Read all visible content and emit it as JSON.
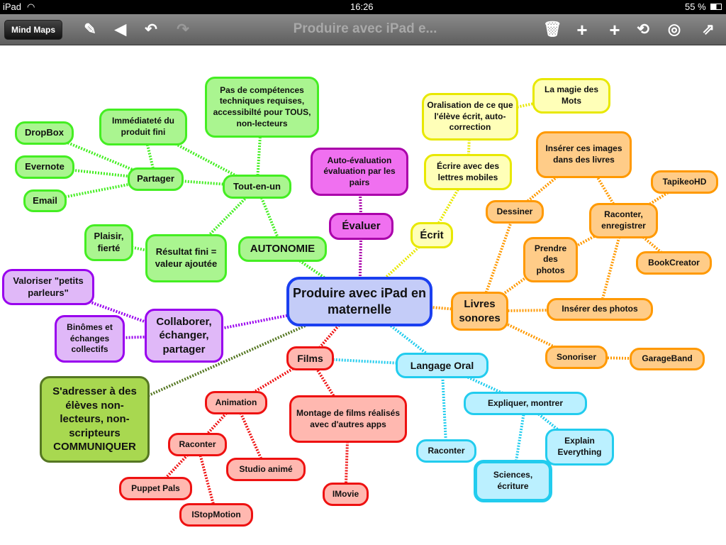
{
  "status_bar": {
    "device": "iPad",
    "time": "16:26",
    "battery": "55 %"
  },
  "toolbar": {
    "back_label": "Mind Maps",
    "title": "Produire avec iPad e...",
    "icons": [
      "edit-icon",
      "back-arrow-icon",
      "undo-icon",
      "redo-icon",
      "trash-icon",
      "add-child-icon",
      "add-sibling-icon",
      "link-icon",
      "palette-icon",
      "share-icon"
    ]
  },
  "colors": {
    "green": [
      "#44ee22",
      "#aaf590"
    ],
    "purple": [
      "#9900ee",
      "#e0b8f8"
    ],
    "magenta": [
      "#aa00aa",
      "#f070f0"
    ],
    "yellow": [
      "#e8e800",
      "#ffffb8"
    ],
    "orange": [
      "#ff9900",
      "#ffcc88"
    ],
    "cyan": [
      "#22ccee",
      "#bbf0ff"
    ],
    "red": [
      "#ee1111",
      "#ffb8b0"
    ],
    "olive": [
      "#557722",
      "#a8d850"
    ],
    "blue": [
      "#1a3ff0",
      "#c4ccf8"
    ]
  },
  "nodes": {
    "center": "Produire avec iPad en maternelle",
    "pas": "Pas de compétences techniques requises, accessibilté pour TOUS, non-lecteurs",
    "immed": "Immédiateté du produit fini",
    "dropbox": "DropBox",
    "evernote": "Evernote",
    "email": "Email",
    "partager": "Partager",
    "tout": "Tout-en-un",
    "plaisir": "Plaisir, fierté",
    "resultat": "Résultat fini = valeur ajoutée",
    "autonomie": "AUTONOMIE",
    "valoriser": "Valoriser \"petits parleurs\"",
    "binomes": "Binômes et échanges collectifs",
    "collaborer": "Collaborer, échanger, partager",
    "auto": "Auto-évaluation évaluation par les pairs",
    "evaluer": "Évaluer",
    "oralisation": "Oralisation de ce que l'élève écrit, auto-correction",
    "magie": "La magie des Mots",
    "ecrire": "Écrire avec des lettres mobiles",
    "ecrit": "Écrit",
    "inserer_images": "Insérer ces images dans des livres",
    "tapikeo": "TapikeoHD",
    "dessiner": "Dessiner",
    "raconter_enr": "Raconter, enregistrer",
    "prendre": "Prendre des photos",
    "bookcreator": "BookCreator",
    "livres": "Livres sonores",
    "inserer_photos": "Insérer des photos",
    "sonoriser": "Sonoriser",
    "garageband": "GarageBand",
    "langage": "Langage Oral",
    "expliquer": "Expliquer, montrer",
    "explain": "Explain Everything",
    "raconter_c": "Raconter",
    "sciences": "Sciences, écriture",
    "films": "Films",
    "animation": "Animation",
    "montage": "Montage de films réalisés avec d'autres apps",
    "raconter_r": "Raconter",
    "studio": "Studio animé",
    "puppet": "Puppet Pals",
    "imovie": "IMovie",
    "istop": "IStopMotion",
    "adresser": "S'adresser à des élèves non-lecteurs, non-scripteurs COMMUNIQUER"
  },
  "edges": [
    [
      "center",
      "autonomie",
      "green"
    ],
    [
      "autonomie",
      "tout",
      "green"
    ],
    [
      "tout",
      "pas",
      "green"
    ],
    [
      "tout",
      "immed",
      "green"
    ],
    [
      "tout",
      "partager",
      "green"
    ],
    [
      "tout",
      "resultat",
      "green"
    ],
    [
      "partager",
      "immed",
      "green"
    ],
    [
      "partager",
      "dropbox",
      "green"
    ],
    [
      "partager",
      "evernote",
      "green"
    ],
    [
      "partager",
      "email",
      "green"
    ],
    [
      "resultat",
      "plaisir",
      "green"
    ],
    [
      "center",
      "collaborer",
      "purple"
    ],
    [
      "collaborer",
      "valoriser",
      "purple"
    ],
    [
      "collaborer",
      "binomes",
      "purple"
    ],
    [
      "center",
      "evaluer",
      "magenta"
    ],
    [
      "evaluer",
      "auto",
      "magenta"
    ],
    [
      "center",
      "ecrit",
      "yellow"
    ],
    [
      "ecrit",
      "ecrire",
      "yellow"
    ],
    [
      "ecrire",
      "oralisation",
      "yellow"
    ],
    [
      "oralisation",
      "magie",
      "yellow"
    ],
    [
      "center",
      "livres",
      "orange"
    ],
    [
      "livres",
      "dessiner",
      "orange"
    ],
    [
      "livres",
      "prendre",
      "orange"
    ],
    [
      "livres",
      "inserer_photos",
      "orange"
    ],
    [
      "livres",
      "sonoriser",
      "orange"
    ],
    [
      "sonoriser",
      "garageband",
      "orange"
    ],
    [
      "dessiner",
      "inserer_images",
      "orange"
    ],
    [
      "prendre",
      "raconter_enr",
      "orange"
    ],
    [
      "raconter_enr",
      "inserer_images",
      "orange"
    ],
    [
      "raconter_enr",
      "tapikeo",
      "orange"
    ],
    [
      "raconter_enr",
      "bookcreator",
      "orange"
    ],
    [
      "raconter_enr",
      "inserer_photos",
      "orange"
    ],
    [
      "center",
      "langage",
      "cyan"
    ],
    [
      "langage",
      "films",
      "cyan"
    ],
    [
      "langage",
      "expliquer",
      "cyan"
    ],
    [
      "langage",
      "raconter_c",
      "cyan"
    ],
    [
      "expliquer",
      "sciences",
      "cyan"
    ],
    [
      "expliquer",
      "explain",
      "cyan"
    ],
    [
      "explain",
      "sciences",
      "cyan"
    ],
    [
      "center",
      "films",
      "red"
    ],
    [
      "films",
      "animation",
      "red"
    ],
    [
      "films",
      "montage",
      "red"
    ],
    [
      "animation",
      "raconter_r",
      "red"
    ],
    [
      "animation",
      "studio",
      "red"
    ],
    [
      "raconter_r",
      "puppet",
      "red"
    ],
    [
      "raconter_r",
      "istop",
      "red"
    ],
    [
      "montage",
      "imovie",
      "red"
    ],
    [
      "center",
      "adresser",
      "olive"
    ]
  ]
}
